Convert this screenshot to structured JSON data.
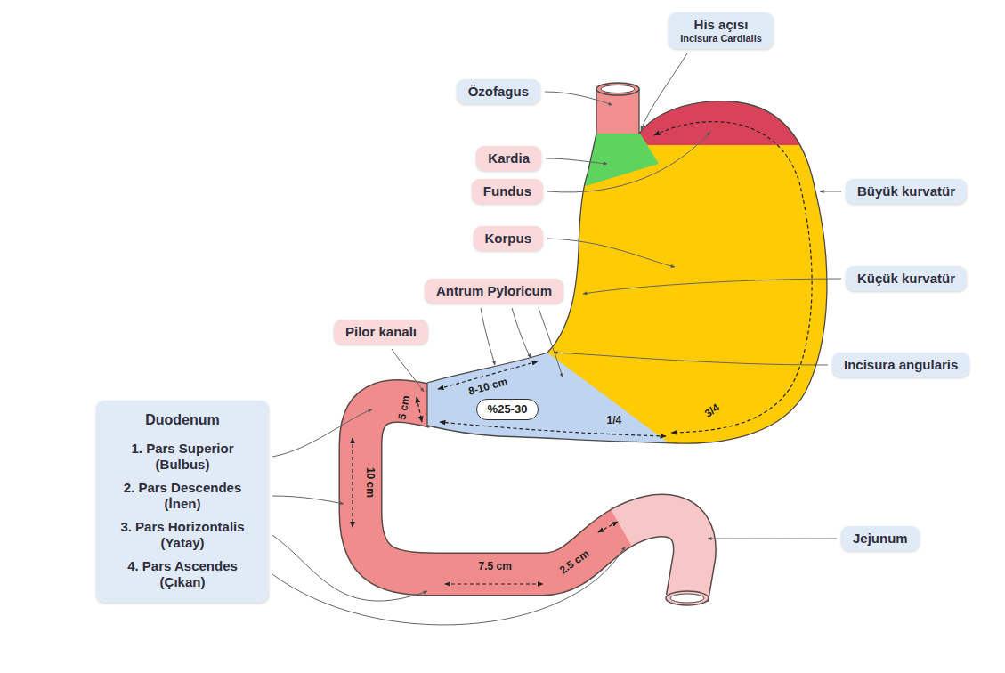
{
  "diagram": {
    "nodes": [
      {
        "text": [
          "His açısı",
          "Incisura Cardialis"
        ]
      },
      {
        "text": [
          "Özofagus"
        ]
      },
      {
        "text": [
          "Kardia"
        ]
      },
      {
        "text": [
          "Fundus"
        ]
      },
      {
        "text": [
          "Büyük kurvatür"
        ]
      },
      {
        "text": [
          "Korpus"
        ]
      },
      {
        "text": [
          "Küçük kurvatür"
        ]
      },
      {
        "text": [
          "Antrum Pyloricum"
        ]
      },
      {
        "text": [
          "Pilor kanalı"
        ]
      },
      {
        "text": [
          "Incisura angularis"
        ]
      },
      {
        "text": [
          "%25-30"
        ]
      },
      {
        "text": [
          "Duodenum",
          "1. Pars Superior (Bulbus)",
          "2. Pars Descendes (İnen)",
          "3. Pars Horizontalis (Yatay)",
          "4. Pars Ascendes (Çıkan)"
        ]
      },
      {
        "text": [
          "Jejunum"
        ]
      }
    ],
    "labels": [
      "8-10 cm",
      "5 cm",
      "10 cm",
      "7.5 cm",
      "2.5 cm",
      "3/4",
      "1/4"
    ]
  }
}
